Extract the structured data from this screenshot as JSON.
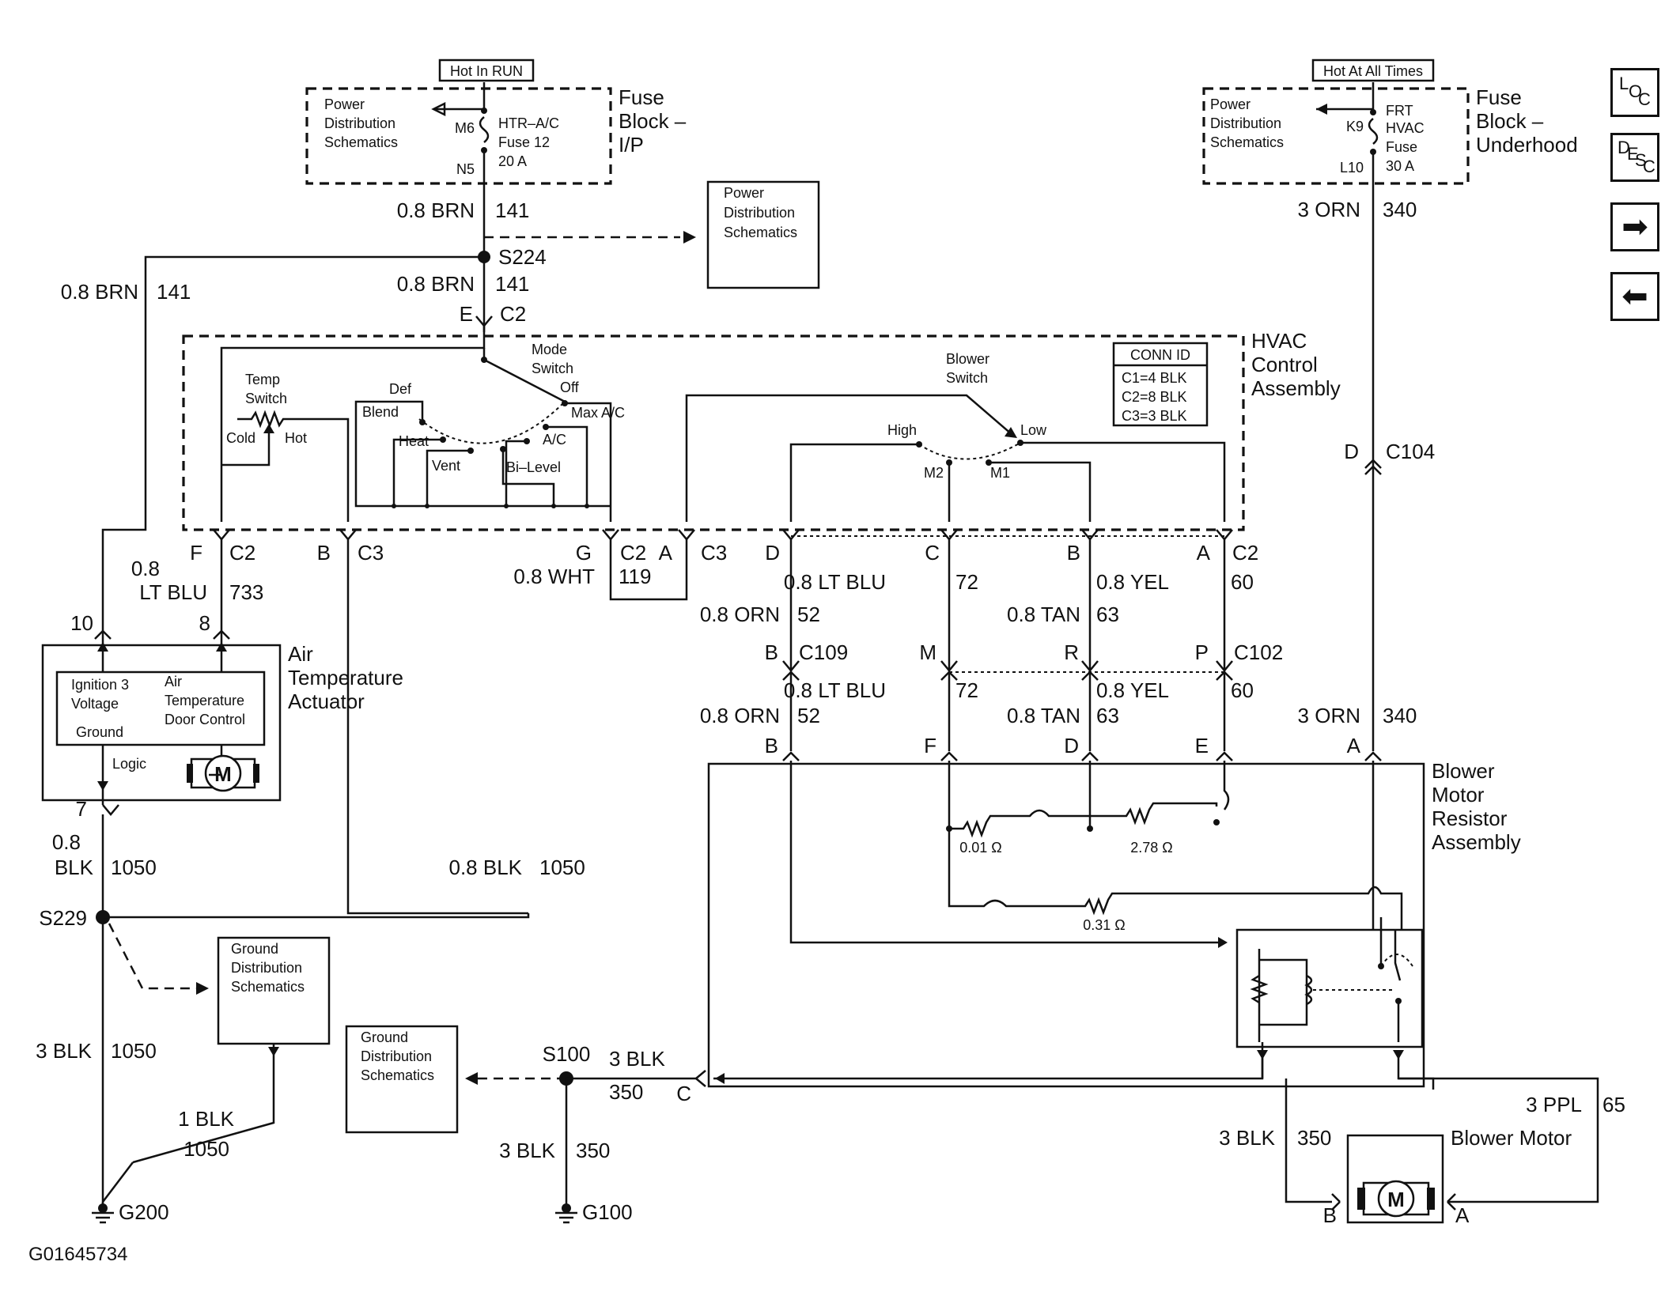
{
  "header": {
    "hot_in_run": "Hot In RUN",
    "hot_at_all_times": "Hot At All Times"
  },
  "fuse_block_ip": {
    "title_lines": [
      "Fuse",
      "Block –",
      "I/P"
    ],
    "pds_lines": [
      "Power",
      "Distribution",
      "Schematics"
    ],
    "fuse_lines": [
      "HTR–A/C",
      "Fuse 12",
      "20 A"
    ],
    "pin_in": "M6",
    "pin_out": "N5"
  },
  "fuse_block_underhood": {
    "title_lines": [
      "Fuse",
      "Block –",
      "Underhood"
    ],
    "pds_lines": [
      "Power",
      "Distribution",
      "Schematics"
    ],
    "fuse_lines": [
      "FRT",
      "HVAC",
      "Fuse",
      "30 A"
    ],
    "pin_in": "K9",
    "pin_out": "L10"
  },
  "pds_ref_mid": [
    "Power",
    "Distribution",
    "Schematics"
  ],
  "wires": {
    "brn_gauge": "0.8 BRN",
    "brn_circuit": "141",
    "orn340_gauge": "3 ORN",
    "orn340_circuit": "340",
    "ltblu733_gauge_a": "0.8",
    "ltblu733_gauge_b": "LT BLU",
    "ltblu733_circuit": "733",
    "wht_gauge": "0.8 WHT",
    "wht_circuit": "119",
    "orn_gauge": "0.8 ORN",
    "orn_circuit": "52",
    "ltblu_gauge": "0.8 LT BLU",
    "ltblu_circuit": "72",
    "tan_gauge": "0.8 TAN",
    "tan_circuit": "63",
    "yel_gauge": "0.8 YEL",
    "yel_circuit": "60",
    "blk1050_gauge_a": "0.8",
    "blk1050_gauge_b": "BLK",
    "blk1050_circuit": "1050",
    "blk_gauge_08": "0.8 BLK",
    "blk3_gauge": "3 BLK",
    "blk1_gauge": "1 BLK",
    "blk350_circuit": "350",
    "ppl_gauge": "3 PPL",
    "ppl_circuit": "65"
  },
  "splices": {
    "s224": "S224",
    "s229": "S229",
    "s100": "S100"
  },
  "grounds": {
    "g200": "G200",
    "g100": "G100"
  },
  "connectors": {
    "c2": "C2",
    "c3": "C3",
    "c104": "C104",
    "c109": "C109",
    "c102": "C102",
    "pin_e": "E",
    "pin_f": "F",
    "pin_b": "B",
    "pin_g": "G",
    "pin_a": "A",
    "pin_d": "D",
    "pin_c": "C",
    "pin_m": "M",
    "pin_r": "R",
    "pin_p": "P",
    "num_10": "10",
    "num_8": "8",
    "num_7": "7"
  },
  "hvac_control": {
    "title_lines": [
      "HVAC",
      "Control",
      "Assembly"
    ],
    "conn_id_title": "CONN ID",
    "conn_ids": [
      "C1=4 BLK",
      "C2=8 BLK",
      "C3=3 BLK"
    ],
    "temp_switch_lines": [
      "Temp",
      "Switch"
    ],
    "cold": "Cold",
    "hot": "Hot",
    "mode_switch_lines": [
      "Mode",
      "Switch"
    ],
    "modes": {
      "off": "Off",
      "max_ac": "Max A/C",
      "def": "Def",
      "blend": "Blend",
      "heat": "Heat",
      "vent": "Vent",
      "ac": "A/C",
      "bi_level": "Bi–Level"
    },
    "blower_switch_lines": [
      "Blower",
      "Switch"
    ],
    "high": "High",
    "low": "Low",
    "m1": "M1",
    "m2": "M2"
  },
  "air_temp_actuator": {
    "title_lines": [
      "Air",
      "Temperature",
      "Actuator"
    ],
    "ign_lines": [
      "Ignition 3",
      "Voltage"
    ],
    "door_lines": [
      "Air",
      "Temperature",
      "Door Control"
    ],
    "ground": "Ground",
    "logic": "Logic",
    "motor": "M"
  },
  "ground_dist_1": [
    "Ground",
    "Distribution",
    "Schematics"
  ],
  "ground_dist_2": [
    "Ground",
    "Distribution",
    "Schematics"
  ],
  "blower_resistor": {
    "title_lines": [
      "Blower",
      "Motor",
      "Resistor",
      "Assembly"
    ],
    "r1": "0.01 Ω",
    "r2": "2.78 Ω",
    "r3": "0.31 Ω"
  },
  "blower_motor": {
    "label": "Blower Motor",
    "motor": "M"
  },
  "figure_id": "G01645734",
  "nav": {
    "loc": [
      "L",
      "O",
      "C"
    ],
    "desc": [
      "D",
      "E",
      "S",
      "C"
    ],
    "next": "➡",
    "prev": "⬅"
  }
}
